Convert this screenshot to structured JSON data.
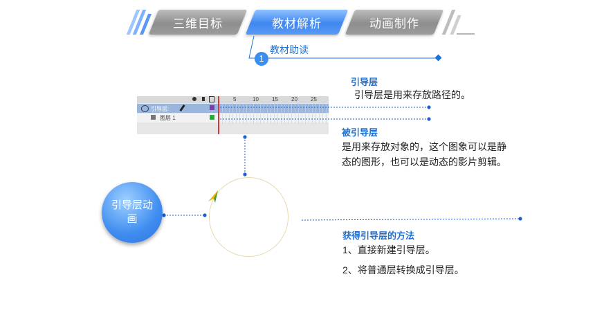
{
  "tabs": [
    {
      "label": "三维目标",
      "active": false
    },
    {
      "label": "教材解析",
      "active": true
    },
    {
      "label": "动画制作",
      "active": false
    }
  ],
  "section": {
    "number": "1",
    "title": "教材助读"
  },
  "timeline": {
    "frame_marks": [
      "5",
      "10",
      "15",
      "20",
      "25"
    ],
    "layer1": "引导层:",
    "layer2": "图层 1"
  },
  "anim_button": {
    "label": "引导层动画"
  },
  "guide_layer": {
    "heading": "引导层",
    "text": "引导层是用来存放路径的。"
  },
  "guided_layer": {
    "heading": "被引导层",
    "text": "是用来存放对象的，这个图象可以是静态的图形，也可以是动态的影片剪辑。"
  },
  "method": {
    "heading": "获得引导层的方法",
    "items": [
      "1、直接新建引导层。",
      "2、将普通层转换成引导层。"
    ]
  },
  "colors": {
    "accent": "#3a8ef0",
    "heading": "#1f6fd1",
    "dot": "#1a5fd0"
  }
}
